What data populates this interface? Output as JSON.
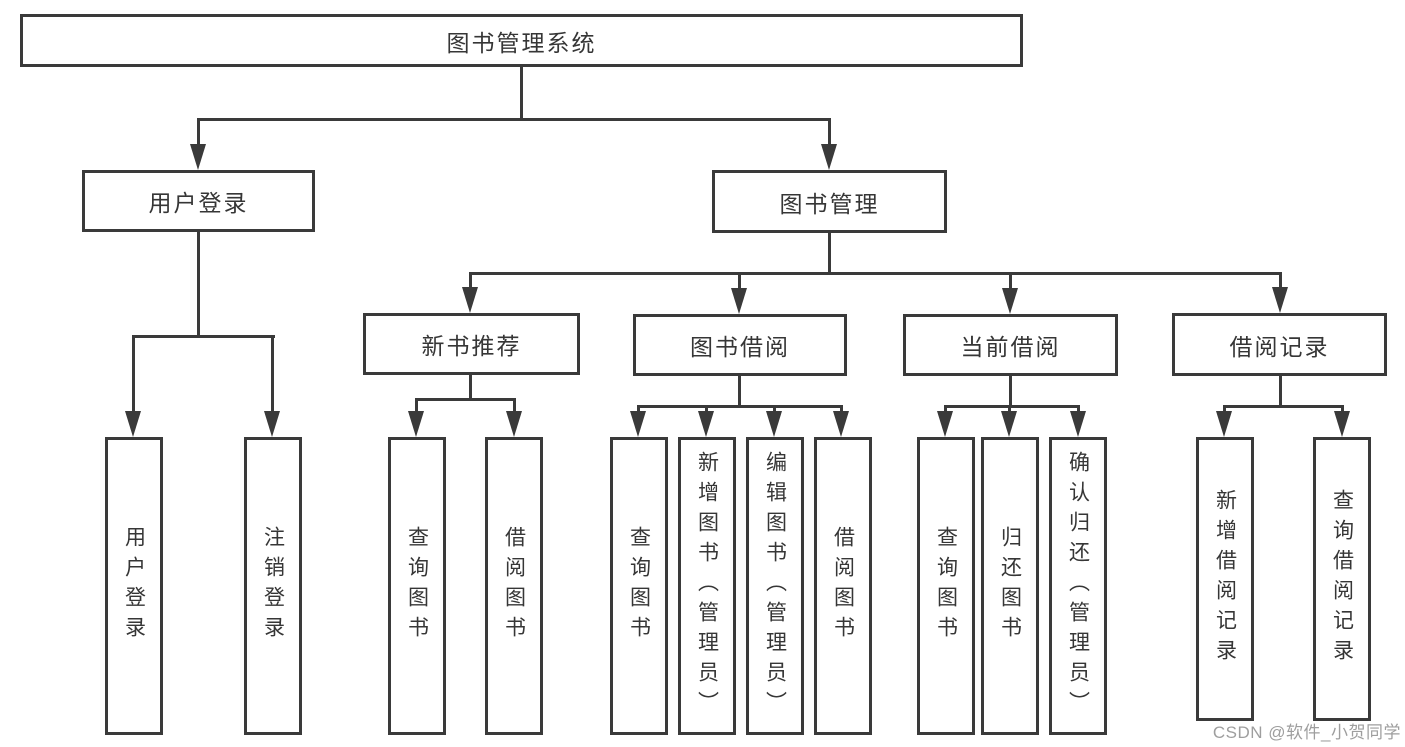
{
  "diagram": {
    "type": "hierarchy-tree",
    "title": "图书管理系统",
    "colors": {
      "line": "#3a3a3a",
      "text": "#363636",
      "background": "#ffffff",
      "watermark": "#9e9e9e"
    },
    "root": {
      "label": "图书管理系统"
    },
    "level2": [
      {
        "label": "用户登录"
      },
      {
        "label": "图书管理"
      }
    ],
    "level3": [
      {
        "label": "新书推荐",
        "parent": "图书管理"
      },
      {
        "label": "图书借阅",
        "parent": "图书管理"
      },
      {
        "label": "当前借阅",
        "parent": "图书管理"
      },
      {
        "label": "借阅记录",
        "parent": "图书管理"
      }
    ],
    "leaves": [
      {
        "label": "用户登录",
        "parent": "用户登录"
      },
      {
        "label": "注销登录",
        "parent": "用户登录"
      },
      {
        "label": "查询图书",
        "parent": "新书推荐"
      },
      {
        "label": "借阅图书",
        "parent": "新书推荐"
      },
      {
        "label": "查询图书",
        "parent": "图书借阅"
      },
      {
        "label": "新增图书（管理员）",
        "parent": "图书借阅"
      },
      {
        "label": "编辑图书（管理员）",
        "parent": "图书借阅"
      },
      {
        "label": "借阅图书",
        "parent": "图书借阅"
      },
      {
        "label": "查询图书",
        "parent": "当前借阅"
      },
      {
        "label": "归还图书",
        "parent": "当前借阅"
      },
      {
        "label": "确认归还（管理员）",
        "parent": "当前借阅"
      },
      {
        "label": "新增借阅记录",
        "parent": "借阅记录"
      },
      {
        "label": "查询借阅记录",
        "parent": "借阅记录"
      }
    ],
    "watermark": "CSDN @软件_小贺同学"
  }
}
